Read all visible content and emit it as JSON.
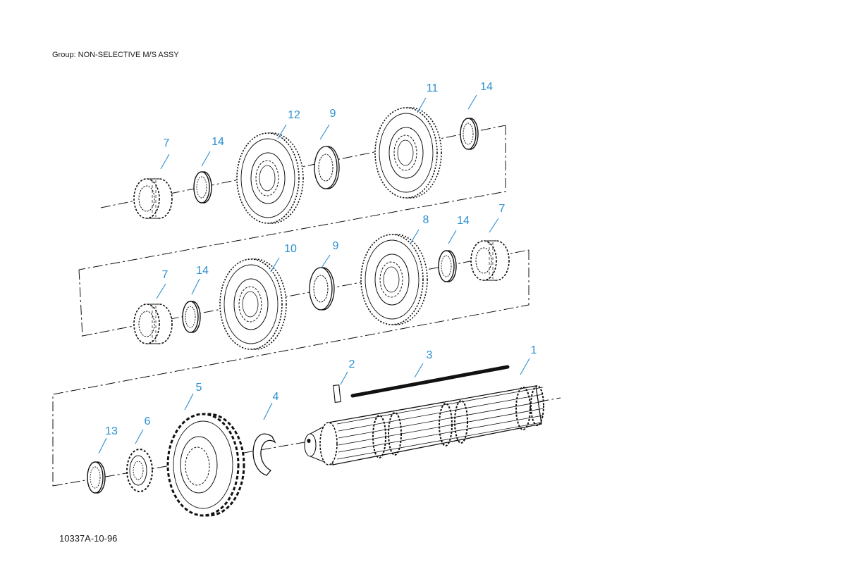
{
  "header": {
    "group_label": "Group: NON-SELECTIVE M/S ASSY"
  },
  "footer": {
    "figure_code": "10337A-10-96"
  },
  "callout_color": "#2b8fd0",
  "callouts": [
    {
      "id": "c11",
      "num": "11"
    },
    {
      "id": "c14a",
      "num": "14"
    },
    {
      "id": "c12",
      "num": "12"
    },
    {
      "id": "c9a",
      "num": "9"
    },
    {
      "id": "c7a",
      "num": "7"
    },
    {
      "id": "c14b",
      "num": "14"
    },
    {
      "id": "c8",
      "num": "8"
    },
    {
      "id": "c14c",
      "num": "14"
    },
    {
      "id": "c7b",
      "num": "7"
    },
    {
      "id": "c10",
      "num": "10"
    },
    {
      "id": "c9b",
      "num": "9"
    },
    {
      "id": "c7c",
      "num": "7"
    },
    {
      "id": "c14d",
      "num": "14"
    },
    {
      "id": "c2",
      "num": "2"
    },
    {
      "id": "c3",
      "num": "3"
    },
    {
      "id": "c1",
      "num": "1"
    },
    {
      "id": "c5",
      "num": "5"
    },
    {
      "id": "c4",
      "num": "4"
    },
    {
      "id": "c6",
      "num": "6"
    },
    {
      "id": "c13",
      "num": "13"
    }
  ],
  "parts": [
    {
      "id": "gear-11",
      "icon": "large-spur-gear-icon"
    },
    {
      "id": "ring-14-top-right",
      "icon": "bushing-ring-icon"
    },
    {
      "id": "gear-12",
      "icon": "large-spur-gear-icon"
    },
    {
      "id": "washer-9-top",
      "icon": "splined-washer-icon"
    },
    {
      "id": "hub-7-top",
      "icon": "synchro-hub-icon"
    },
    {
      "id": "ring-14-top-left",
      "icon": "bushing-ring-icon"
    },
    {
      "id": "gear-8",
      "icon": "large-spur-gear-icon"
    },
    {
      "id": "ring-14-mid-right",
      "icon": "bushing-ring-icon"
    },
    {
      "id": "hub-7-mid-right",
      "icon": "synchro-hub-icon"
    },
    {
      "id": "gear-10",
      "icon": "large-spur-gear-icon"
    },
    {
      "id": "washer-9-mid",
      "icon": "splined-washer-icon"
    },
    {
      "id": "hub-7-mid-left",
      "icon": "synchro-hub-icon"
    },
    {
      "id": "ring-14-mid-left",
      "icon": "bushing-ring-icon"
    },
    {
      "id": "key-2",
      "icon": "key-pin-icon"
    },
    {
      "id": "rod-3",
      "icon": "rod-icon"
    },
    {
      "id": "mainshaft-1",
      "icon": "splined-shaft-icon"
    },
    {
      "id": "gear-5",
      "icon": "spur-gear-icon"
    },
    {
      "id": "snap-ring-4",
      "icon": "snap-ring-icon"
    },
    {
      "id": "gear-6",
      "icon": "small-gear-icon"
    },
    {
      "id": "ring-13",
      "icon": "bushing-ring-icon"
    }
  ]
}
